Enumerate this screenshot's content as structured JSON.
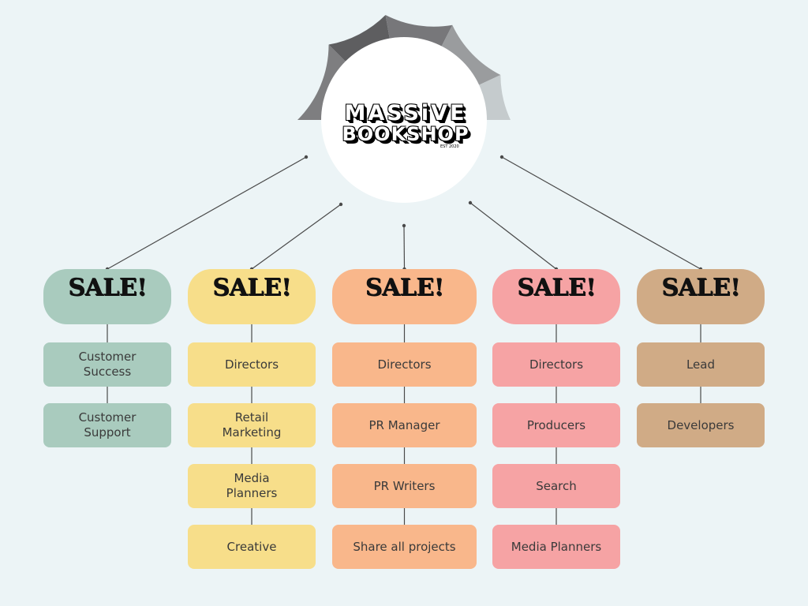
{
  "logo": {
    "line1": "MASSiVE",
    "line2": "BOOKSHOP",
    "est": "EST 2020"
  },
  "colors": {
    "background": "#ecf4f6",
    "teal": "#a9cbbe",
    "yellow": "#f7de8a",
    "orange": "#f9b78b",
    "pink": "#f6a3a4",
    "tan": "#d0ab86",
    "arc": [
      "#7e7e80",
      "#5e5e60",
      "#77777a",
      "#9a9c9e",
      "#c5cbcd"
    ]
  },
  "columns": [
    {
      "color": "teal",
      "header": "SALE!",
      "items": [
        "Customer\nSuccess",
        "Customer\nSupport"
      ]
    },
    {
      "color": "yellow",
      "header": "SALE!",
      "items": [
        "Directors",
        "Retail\nMarketing",
        "Media\nPlanners",
        "Creative"
      ]
    },
    {
      "color": "orange",
      "header": "SALE!",
      "items": [
        "Directors",
        "PR Manager",
        "PR Writers",
        "Share all projects"
      ]
    },
    {
      "color": "pink",
      "header": "SALE!",
      "items": [
        "Directors",
        "Producers",
        "Search",
        "Media Planners"
      ]
    },
    {
      "color": "tan",
      "header": "SALE!",
      "items": [
        "Lead",
        "Developers"
      ]
    }
  ]
}
